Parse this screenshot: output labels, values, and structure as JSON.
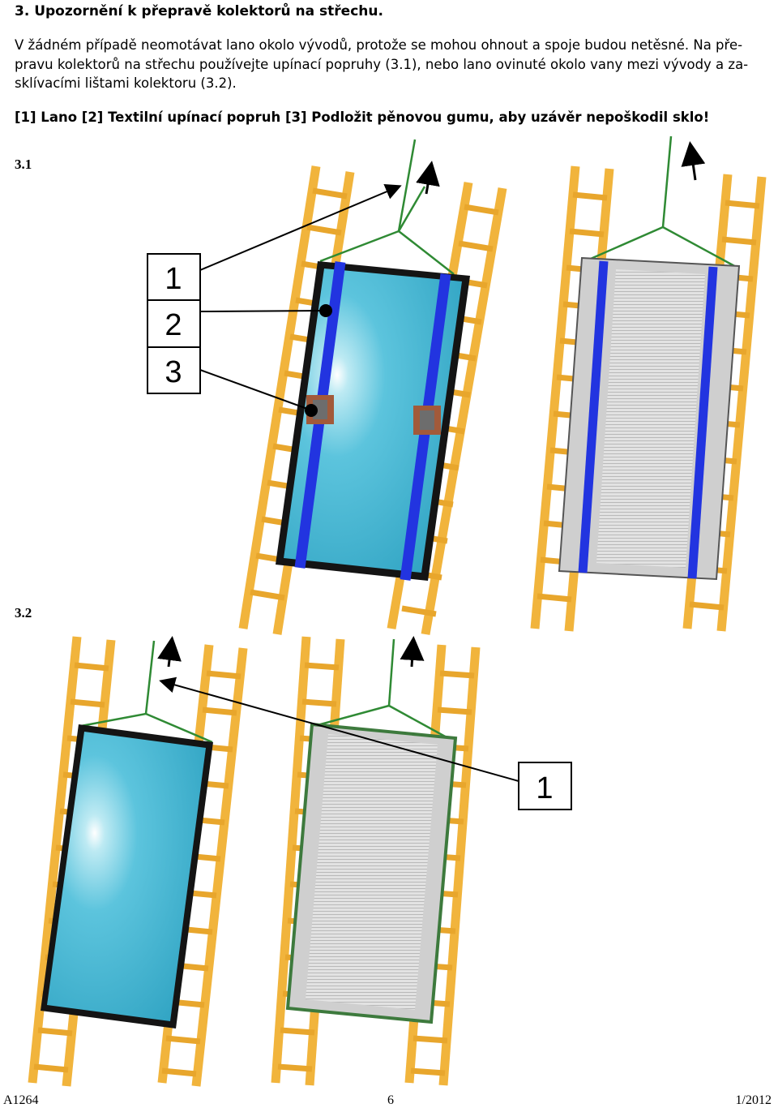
{
  "heading": "3. Upozornění k přepravě kolektorů na střechu.",
  "paragraph_lines": [
    "V žádném případě neomotávat lano okolo vývodů, protože se mohou ohnout a spoje budou netěsné. Na pře-",
    "pravu kolektorů na střechu používejte upínací popruhy (3.1), nebo lano ovinuté okolo vany mezi vývody a za-",
    "sklívacími lištami kolektoru (3.2)."
  ],
  "legend": "[1] Lano [2] Textilní upínací popruh [3] Podložit pěnovou gumu, aby uzávěr nepoškodil sklo!",
  "figures": {
    "fig1_label": "3.1",
    "fig2_label": "3.2",
    "fig1_callouts": [
      "1",
      "2",
      "3"
    ],
    "fig2_callout": "1"
  },
  "footer": {
    "left": "A1264",
    "center": "6",
    "right": "1/2012"
  },
  "colors": {
    "ladder": "#f1b43c",
    "ladder_edge": "#c98a18",
    "rope": "#2f8a34",
    "glass": "#3aaecb",
    "frame": "#141414",
    "strap": "#2234e0",
    "foam": "#a25a3a",
    "absorber": "#dcdcdc"
  }
}
